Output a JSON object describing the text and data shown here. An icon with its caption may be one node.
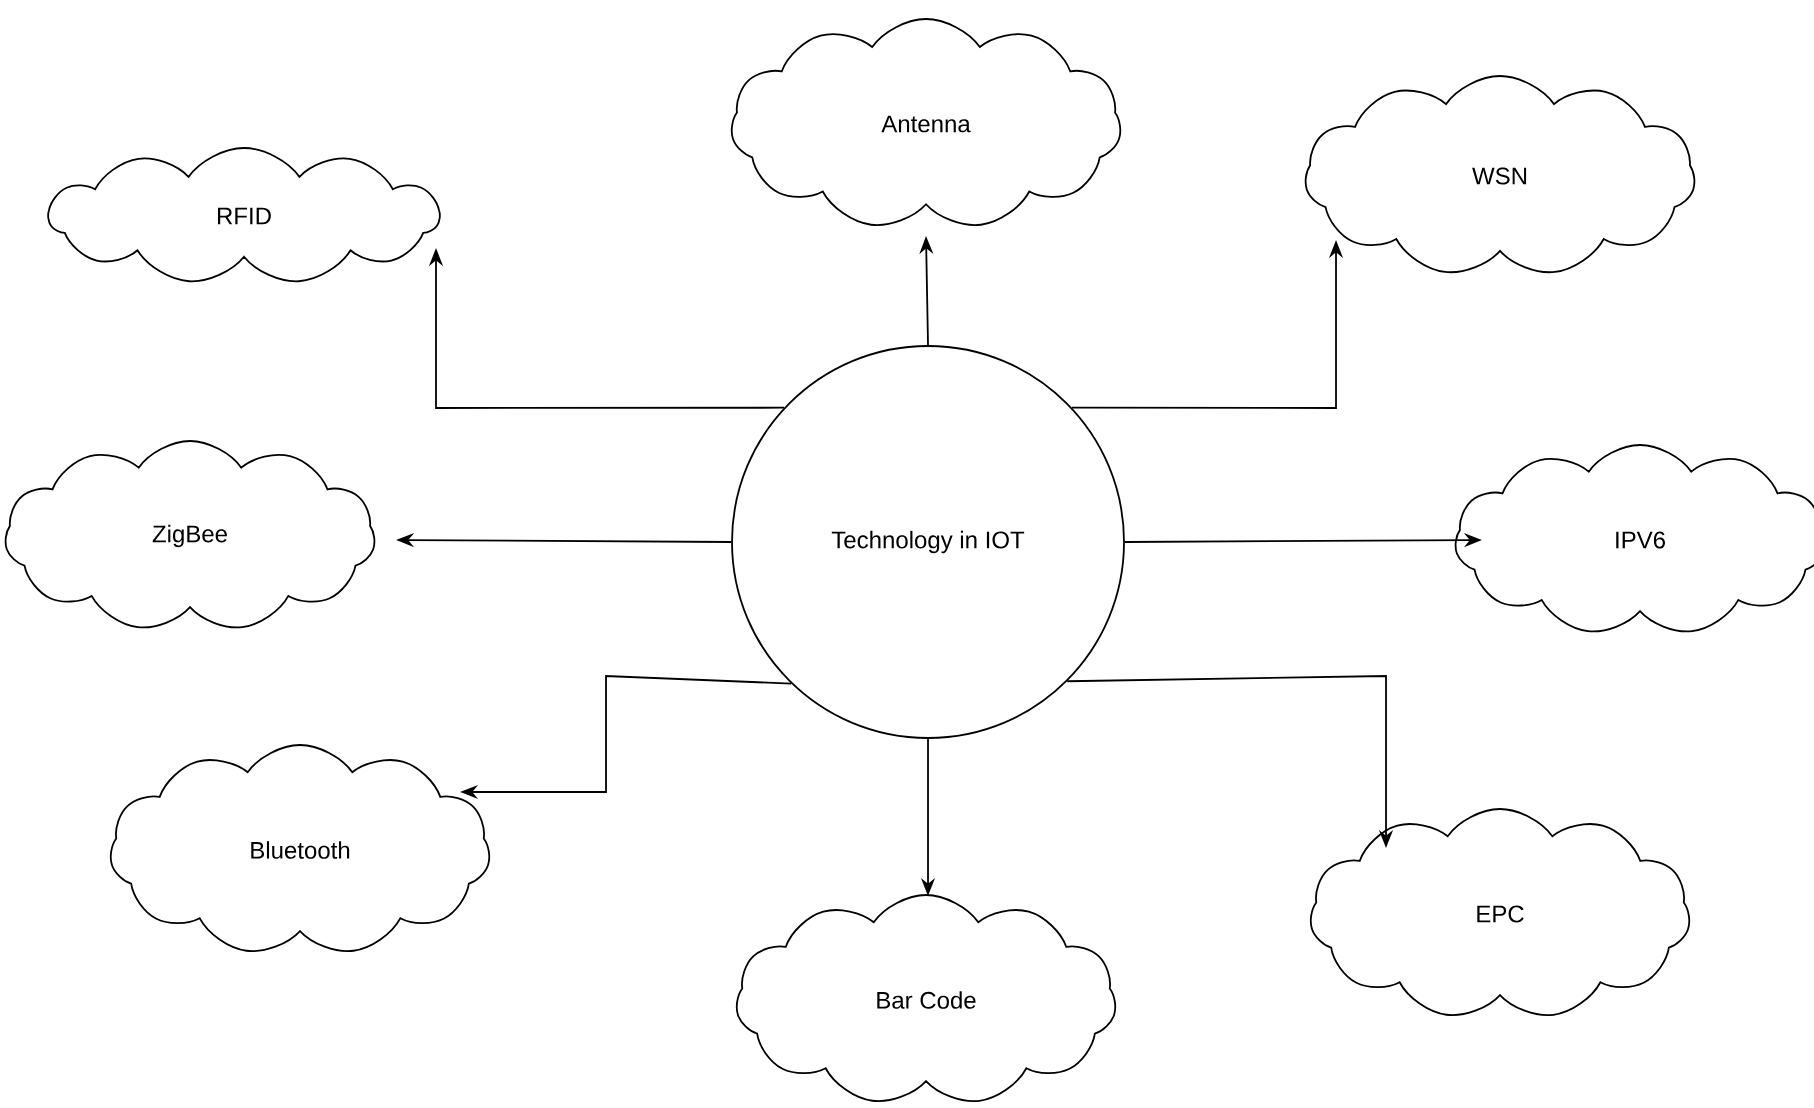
{
  "diagram": {
    "nodes": [
      {
        "text": [
          "Technology in IOT"
        ]
      },
      {
        "text": [
          "RFID"
        ]
      },
      {
        "text": [
          "Antenna"
        ]
      },
      {
        "text": [
          "WSN"
        ]
      },
      {
        "text": [
          "ZigBee"
        ]
      },
      {
        "text": [
          "IPV6"
        ]
      },
      {
        "text": [
          "Bluetooth"
        ]
      },
      {
        "text": [
          "Bar Code"
        ]
      },
      {
        "text": [
          "EPC"
        ]
      }
    ],
    "edges": [
      {
        "from": 0,
        "to": 1,
        "arrow": "to"
      },
      {
        "from": 0,
        "to": 2,
        "arrow": "to"
      },
      {
        "from": 0,
        "to": 3,
        "arrow": "to"
      },
      {
        "from": 0,
        "to": 4,
        "arrow": "to"
      },
      {
        "from": 0,
        "to": 5,
        "arrow": "to"
      },
      {
        "from": 0,
        "to": 6,
        "arrow": "to"
      },
      {
        "from": 0,
        "to": 7,
        "arrow": "to"
      },
      {
        "from": 0,
        "to": 8,
        "arrow": "to"
      }
    ]
  }
}
